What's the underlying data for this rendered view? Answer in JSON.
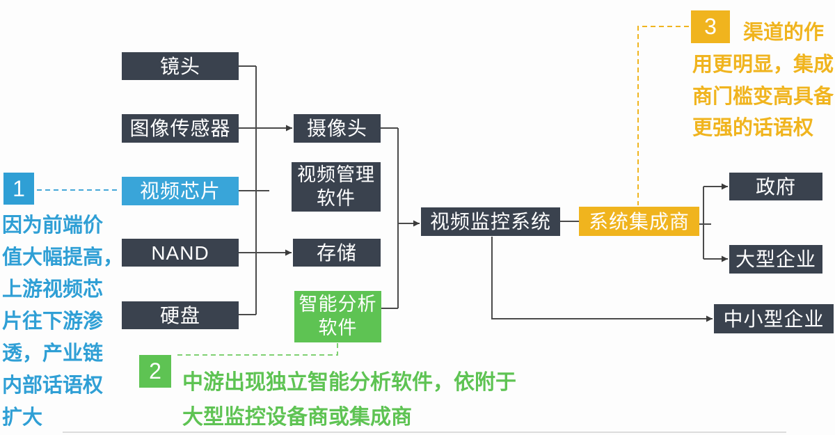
{
  "nodes": {
    "lens": "镜头",
    "image_sensor": "图像传感器",
    "video_chip": "视频芯片",
    "nand": "NAND",
    "hard_disk": "硬盘",
    "camera": "摄像头",
    "vms_line1": "视频管理",
    "vms_line2": "软件",
    "storage": "存储",
    "ai_line1": "智能分析",
    "ai_line2": "软件",
    "surveillance_system": "视频监控系统",
    "system_integrator": "系统集成商",
    "government": "政府",
    "large_enterprise": "大型企业",
    "sme": "中小型企业"
  },
  "annotations": {
    "note1": {
      "number": "1",
      "lines": [
        "因为前端价",
        "值大幅提高，",
        "上游视频芯",
        "片往下游渗",
        "透，产业链",
        "内部话语权",
        "扩大"
      ]
    },
    "note2": {
      "number": "2",
      "lines": [
        "中游出现独立智能分析软件，依附于",
        "大型监控设备商或集成商"
      ]
    },
    "note3": {
      "number": "3",
      "lines": [
        "渠道的作",
        "用更明显，集成",
        "商门槛变高具备",
        "更强的话语权"
      ]
    }
  },
  "colors": {
    "dark_box": "#3a424e",
    "blue": "#39a5d9",
    "green": "#5ec353",
    "yellow": "#f0b41e",
    "connector": "#4a4a4a",
    "text_on_box": "#ffffff"
  }
}
